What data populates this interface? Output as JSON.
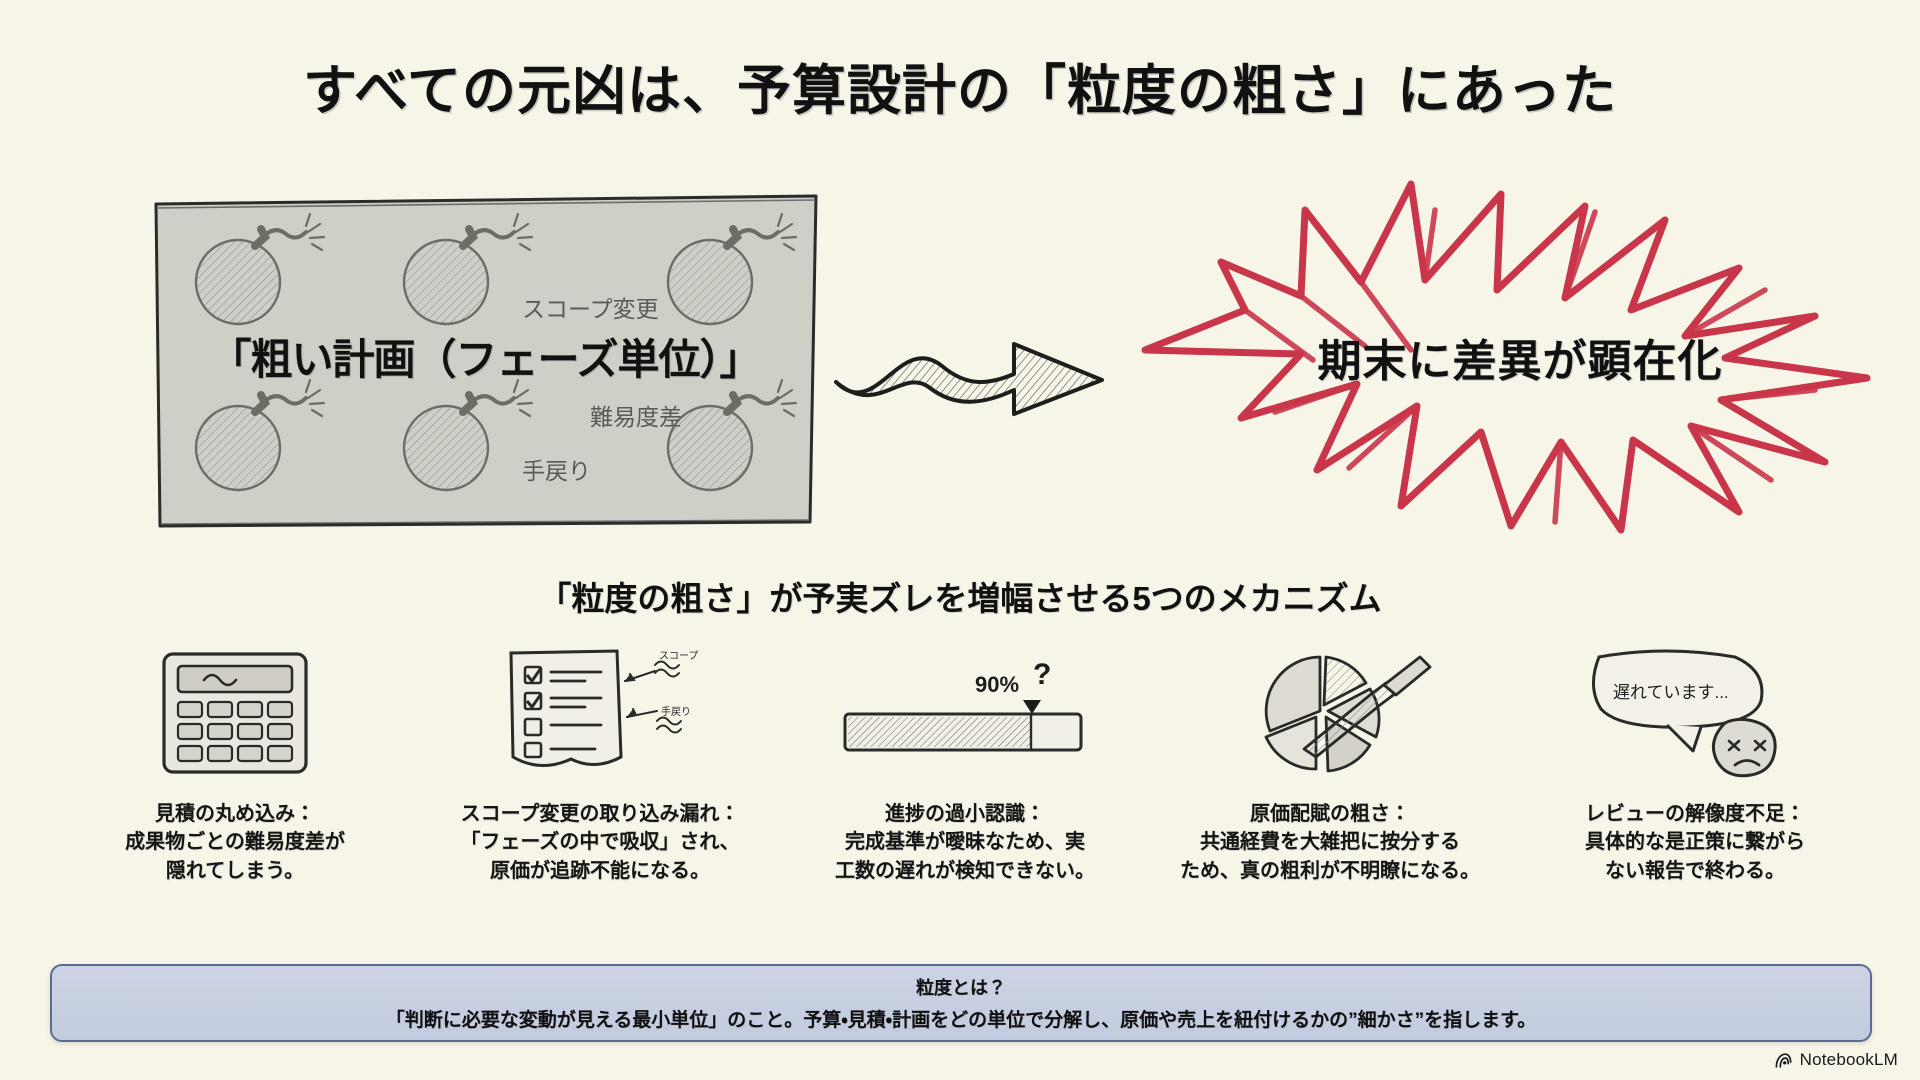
{
  "title": "すべての元凶は、予算設計の「粒度の粗さ」にあった",
  "cause_box": {
    "main_label": "「粗い計画（フェーズ単位）」",
    "bomb_labels": {
      "scope_change": "スコープ変更",
      "difficulty_gap": "難易度差",
      "rework": "手戻り"
    },
    "box_color": "#cfcfc8",
    "bomb_count": 6
  },
  "arrow": {
    "icon": "wavy-arrow-right-icon",
    "fill_color": "#b9b9b4"
  },
  "effect_box": {
    "label": "期末に差異が顕在化",
    "burst_color": "#c9364a"
  },
  "section": {
    "heading": "「粒度の粗さ」が予実ズレを増幅させる5つのメカニズム"
  },
  "mechanisms": [
    {
      "icon": "calculator-icon",
      "caption": "見積の丸め込み：\n成果物ごとの難易度差が\n隠れてしまう。"
    },
    {
      "icon": "checklist-document-icon",
      "caption": "スコープ変更の取り込み漏れ：\n「フェーズの中で吸収」され、\n原価が追跡不能になる。",
      "annotations": [
        "スコープ",
        "手戻り"
      ]
    },
    {
      "icon": "progress-bar-icon",
      "caption": "進捗の過小認識：\n完成基準が曖昧なため、実\n工数の遅れが検知できない。",
      "annotations": [
        "90%",
        "?"
      ]
    },
    {
      "icon": "pie-chart-knife-icon",
      "caption": "原価配賦の粗さ：\n共通経費を大雑把に按分する\nため、真の粗利が不明瞭になる。"
    },
    {
      "icon": "speech-bubble-worried-face-icon",
      "caption": "レビューの解像度不足：\n具体的な是正策に繋がら\nない報告で終わる。",
      "annotations": [
        "遅れています..."
      ]
    }
  ],
  "footer": {
    "title": "粒度とは？",
    "body": "「判断に必要な変動が見える最小単位」のこと。予算・見積・計画をどの単位で分解し、原価や売上を紐付けるかの”細かさ”を指します。",
    "border_color": "#5b6b96",
    "background_color": "#ccd3e4"
  },
  "watermark": {
    "label": "NotebookLM",
    "icon": "notebooklm-logo-icon"
  }
}
